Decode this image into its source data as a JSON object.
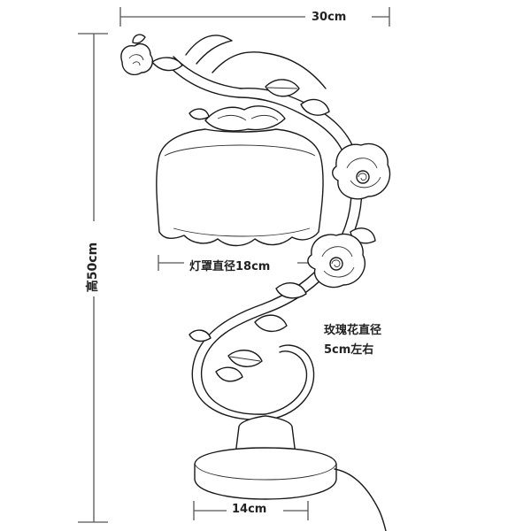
{
  "dimensions": {
    "overall_width": "30cm",
    "overall_height": "高50cm",
    "shade_diameter": "灯罩直径18cm",
    "rose_diameter_line1": "玫瑰花直径",
    "rose_diameter_line2": "5cm左右",
    "base_width": "14cm"
  },
  "colors": {
    "line": "#1a1a1a",
    "dimension_line": "#555555",
    "text": "#222222",
    "background": "#ffffff"
  }
}
